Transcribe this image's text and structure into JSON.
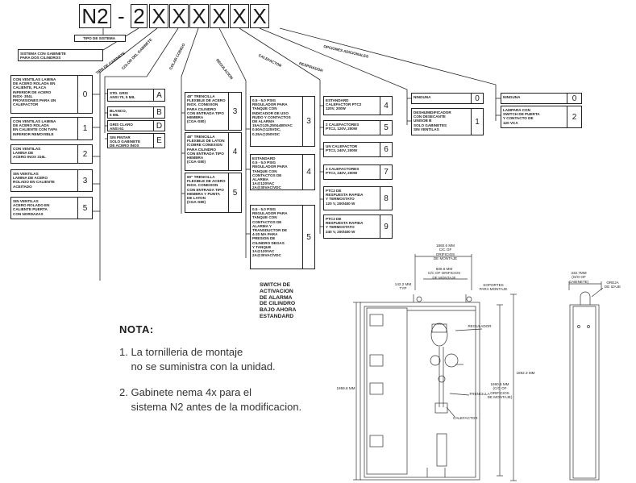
{
  "code": {
    "prefix": "N2",
    "dash": "-",
    "digit": "2",
    "slots": [
      "X",
      "X",
      "X",
      "X",
      "X",
      "X"
    ]
  },
  "labels": {
    "tipo_sistema": "TIPO DE SISTEMA",
    "sistema_gabinete": "SISTEMA CON GABINETE\nPARA DOS CILINDROS",
    "tipo_gabinete": "TIPO DE GABINETE",
    "color_gabinete": "COLOR DEL GABINETE",
    "colar_codigo": "COLAR CODIGO",
    "regulacion": "REGULACION",
    "calefactor": "CALEFACTOR",
    "respirador": "RESPIRADOR",
    "opciones": "OPCIONES ADICIONALES"
  },
  "cabinet_types": [
    {
      "text": "CON VENTILAS LAMINA\nDE ACERO ROLADA EN\nCALIENTE, PLACA\nINFERIOR DE ACERO\nINOX- 304L\nPROVISIONES PARA UN\nCALEFACTOR",
      "digit": "0"
    },
    {
      "text": "CON VENTILAS  LAMINA\nDE ACERO ROLADA\nEN CALIENTE CON TAPA\nINFERIOR REMOVIBLE",
      "digit": "1"
    },
    {
      "text": "CON VENTILAS\nLAMINA DE\nACERO INOX 316L",
      "digit": "2"
    },
    {
      "text": "SIN VENTILAS\nLAMINA DE ACERO\nROLADO EN CALIENTE\nACEITADO",
      "digit": "3"
    },
    {
      "text": "SIN VENTILAS\nACERO ROLADO EN\nCALIENTE PUERTA\nCON NORDAZAS",
      "digit": "5"
    }
  ],
  "colors": [
    {
      "text": "STD. GRIS\nANSI 70, 5 MIL",
      "digit": "A"
    },
    {
      "text": "BLANCO,\n5 MIL",
      "digit": "B"
    },
    {
      "text": "GRIS CLARO\nANSI 61",
      "digit": "D"
    },
    {
      "text": "SIN PINTAR\nSOLO GABINETE\nDE ACERO INOX",
      "digit": "E"
    }
  ],
  "pigtails": [
    {
      "text": "48\" TRENCILLA\nFLEXIBLE DE ACERO\nINOX. CONEXION\nPARA CILINDRO\nCON ENTRADA TIPO\nHEMBRA\n(CGA-S80)",
      "digit": "3"
    },
    {
      "text": "48\" TRENCILLA\nFLEXIBLE DE LATON\n/COBRE CONEXION\nPARA CILINDRO\nCON ENTRADA TIPO\nHEMBRA\n(CGA-S80)",
      "digit": "4"
    },
    {
      "text": "60\" TRENCILLA\nFLEXIBLE DE ACERO\nINOX. CONEXION\nCON ENTRADA TIPO\nHEMBRA Y PUNTA\nDE LATON\n(CGA-S80)",
      "digit": "5"
    }
  ],
  "regulation": [
    {
      "text": "0.5 - 5.0 PSIG\nREGULADOR PARA\nTANQUE CON\nINDICADOR DE USO\nRUDO Y CONTACTOS\nDE ALARMA\n15A@125,250&480VAC\n0.50A@125VDC,\n0.25A@250VDC",
      "digit": "3"
    },
    {
      "text": "ESTANDARD\n0.5 - 5.0 PSIG\nREGULADOR PARA\nTANQUE CON\nCONTACTOS DE\nALARMA\n1A@120VAC\n2A@30VAC/VDC",
      "digit": "4"
    },
    {
      "text": "0.5 - 5.0 PSIG\nREGULADOR PARA\nTANQUE CON\nCONTACTOS DE\nALARMA Y\nTRANSDUCTOR DE\n4-20 MA PARA\nPRESION DE\nCILINDRO DEGAS\nY TANQUE\n1A@120VAC\n2A@30VAC/VDC",
      "digit": "5"
    }
  ],
  "switch_note": "SWITCH DE\nACTIVACION\nDE ALARMA\nDE CILINDRO\nBAJO AHORA\nESTANDARD",
  "heaters": [
    {
      "text": "ESTANDARD\nCALEFACTOR PTC2\n120V, 200W",
      "digit": "4"
    },
    {
      "text": "2 CALEFACTORES\nPTC2, 120V, 200W",
      "digit": "5"
    },
    {
      "text": "UN CALEFACTOR\nPTC2, 240V, 200W",
      "digit": "6"
    },
    {
      "text": "2 CALEFACTORES\nPTC2, 240V, 200W",
      "digit": "7"
    },
    {
      "text": "PTC2 DE\nRESPUESTA RAPIDA\nY TERMOSTATO\n120 V, 200/400 W",
      "digit": "8"
    },
    {
      "text": "PTC2 DE\nRESPUESTA RAPIDA\nY TERMOSTATO\n240 V, 200/400 W",
      "digit": "9"
    }
  ],
  "respirador": [
    {
      "text": "NINGUNA",
      "digit": "0"
    },
    {
      "text": "DESHUMIDIFICADOR\nCON DESECANTE\nUNISOB B\nSOLO GABINETES\nSIN VENTILAS",
      "digit": "1"
    }
  ],
  "opciones": [
    {
      "text": "NINGUNA",
      "digit": "0"
    },
    {
      "text": "LAMPARA CON\nSWITCH DE PUERTA\nY CONTACTO DE\n120 VCA",
      "digit": "2"
    }
  ],
  "nota": {
    "title": "NOTA:",
    "items": [
      "1. La tornilleria de montaje",
      "    no se suministra con la unidad.",
      "2. Gabinete nema 4x para el",
      "    sistema N2 antes de la modificacion."
    ]
  },
  "dims": {
    "d1860_top": "1860.6 MM\nC/C OF\nORIFICIOS\nDE MONTAJE",
    "d609": "609.6 MM\nC/C OF ORIFICIOS\nDE MONTAJE",
    "d142": "142.2 MM\nTYP",
    "soportes": "SOPORTES\nPARA MONTAJE",
    "d332": "332.7MM\n(O/O OF\nGABINETE)",
    "orejas": "OREJA\nDE IZAJE",
    "d1892": "1892.3 MM",
    "d1860_side": "1860.6 MM\n(C/C OF\nORIFICIOS\nDE MONTAJE)",
    "d1959": "1959.8 MM",
    "regulador": "REGULADOR",
    "trencilla": "TRENCILLA",
    "calefactor": "CALEFACTOR"
  }
}
